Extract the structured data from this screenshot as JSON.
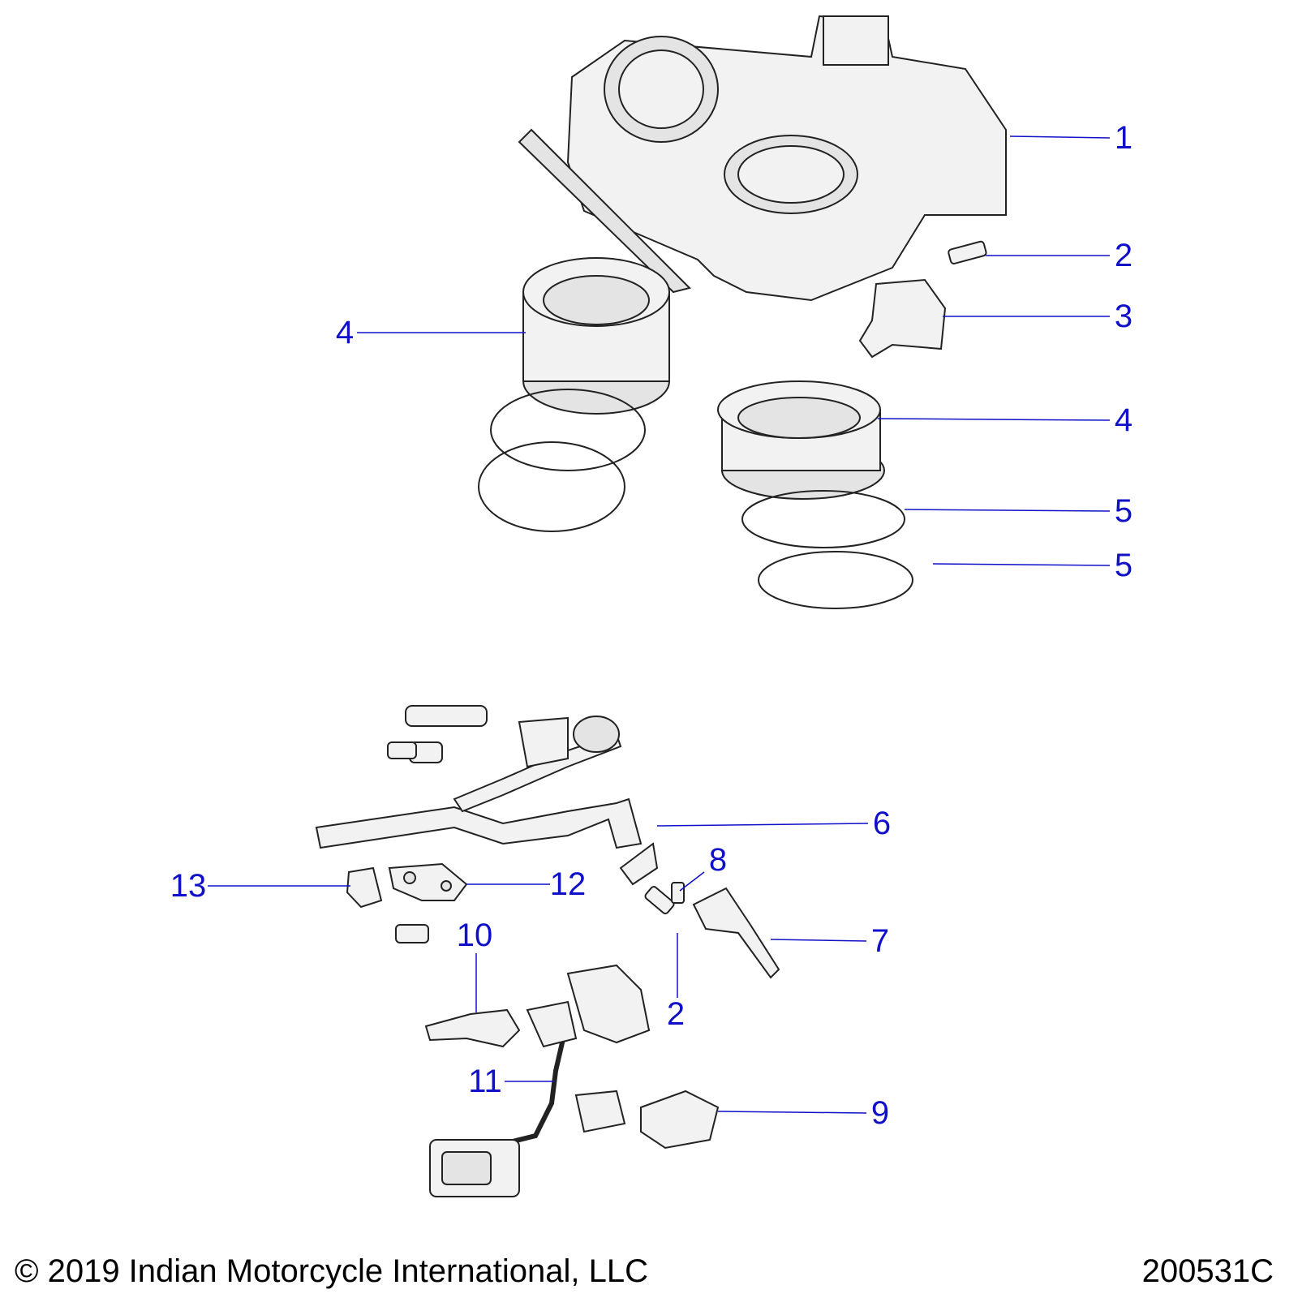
{
  "callouts": [
    {
      "id": "1",
      "label": "1"
    },
    {
      "id": "2a",
      "label": "2"
    },
    {
      "id": "3",
      "label": "3"
    },
    {
      "id": "4a",
      "label": "4"
    },
    {
      "id": "4b",
      "label": "4"
    },
    {
      "id": "5a",
      "label": "5"
    },
    {
      "id": "5b",
      "label": "5"
    },
    {
      "id": "6",
      "label": "6"
    },
    {
      "id": "8",
      "label": "8"
    },
    {
      "id": "13",
      "label": "13"
    },
    {
      "id": "12",
      "label": "12"
    },
    {
      "id": "10",
      "label": "10"
    },
    {
      "id": "7",
      "label": "7"
    },
    {
      "id": "2b",
      "label": "2"
    },
    {
      "id": "11",
      "label": "11"
    },
    {
      "id": "9",
      "label": "9"
    }
  ],
  "footer": {
    "copyright": "© 2019 Indian Motorcycle International, LLC",
    "diagram_number": "200531C"
  },
  "colors": {
    "callout": "#1010c8"
  }
}
